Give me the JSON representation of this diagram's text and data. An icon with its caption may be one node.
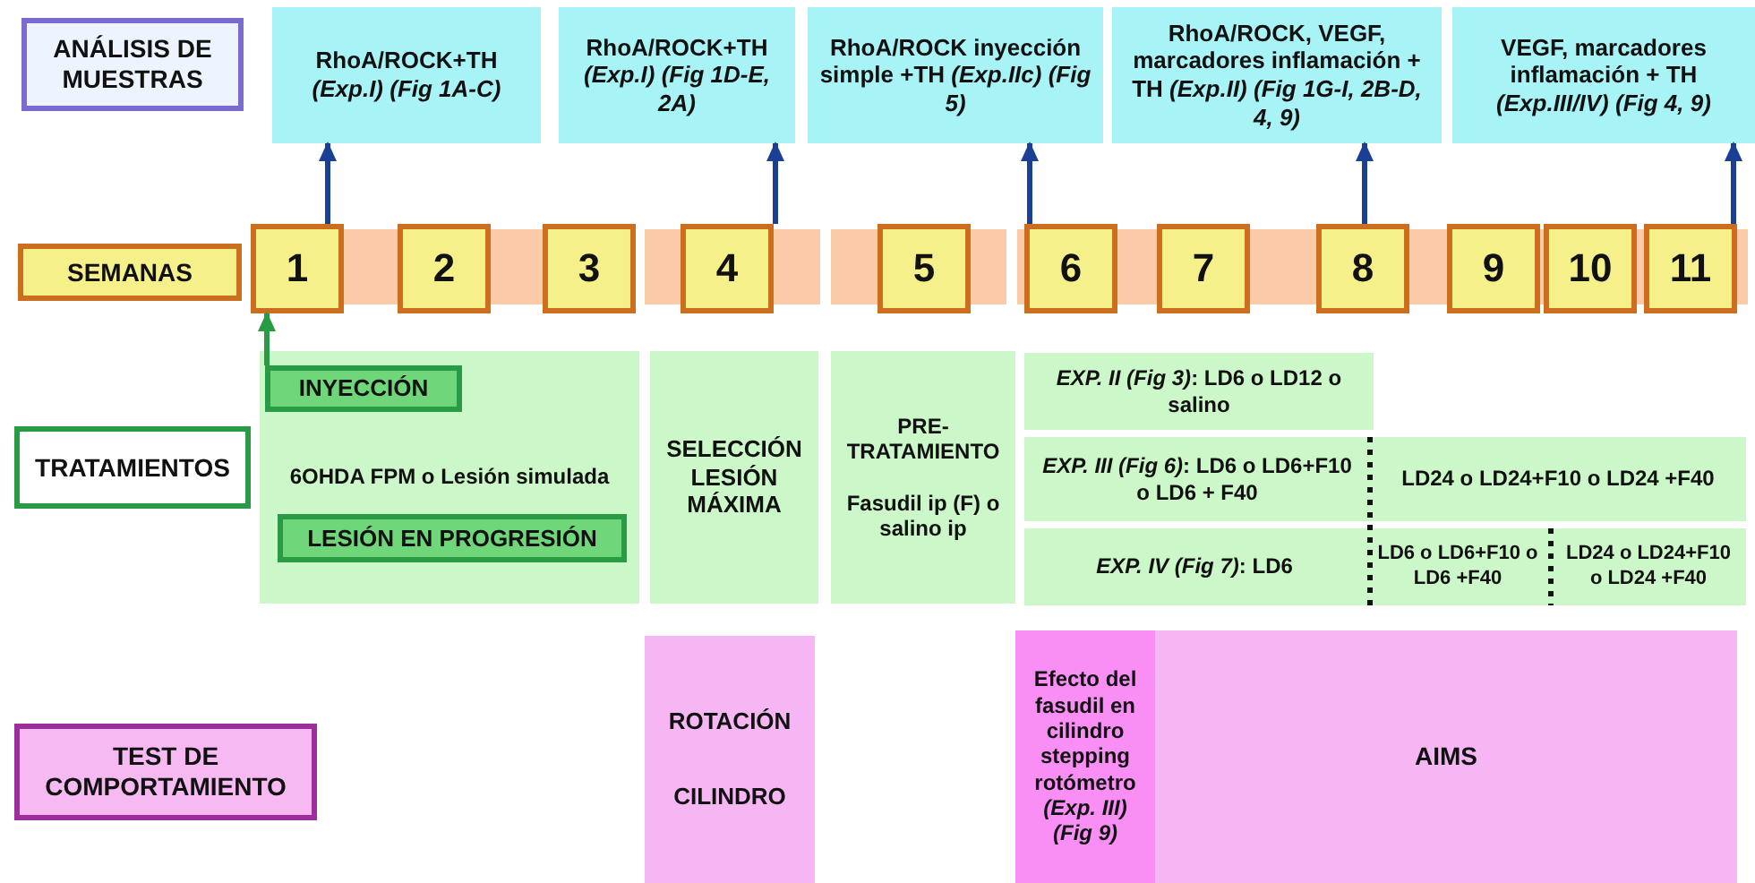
{
  "diagram": {
    "nodes": [
      {
        "text": [
          "ANÁLISIS DE MUESTRAS"
        ]
      },
      {
        "text": [
          "RhoA/ROCK+TH *(Exp.I) (Fig 1A-C)*"
        ]
      },
      {
        "text": [
          "RhoA/ROCK+TH *(Exp.I) (Fig 1D-E, 2A)*"
        ]
      },
      {
        "text": [
          "RhoA/ROCK inyección simple +TH *(Exp.IIc) (Fig 5)*"
        ]
      },
      {
        "text": [
          "RhoA/ROCK, VEGF, marcadores inflamación + TH *(Exp.II)* *(Fig 1G-I, 2B-D, 4, 9)*"
        ]
      },
      {
        "text": [
          "VEGF, marcadores inflamación + TH *(Exp.III/IV)* *(Fig 4, 9)*"
        ]
      },
      {
        "text": [
          "SEMANAS"
        ]
      },
      {
        "text": [
          "1"
        ]
      },
      {
        "text": [
          "2"
        ]
      },
      {
        "text": [
          "3"
        ]
      },
      {
        "text": [
          "4"
        ]
      },
      {
        "text": [
          "5"
        ]
      },
      {
        "text": [
          "6"
        ]
      },
      {
        "text": [
          "7"
        ]
      },
      {
        "text": [
          "8"
        ]
      },
      {
        "text": [
          "9"
        ]
      },
      {
        "text": [
          "10"
        ]
      },
      {
        "text": [
          "11"
        ]
      },
      {
        "text": [
          "TRATAMIENTOS"
        ]
      },
      {
        "text": [
          "6OHDA FPM o Lesión simulada"
        ]
      },
      {
        "text": [
          "INYECCIÓN"
        ],
        "in": 19
      },
      {
        "text": [
          "LESIÓN EN PROGRESIÓN"
        ],
        "in": 19
      },
      {
        "text": [
          "SELECCIÓN LESIÓN MÁXIMA"
        ]
      },
      {
        "text": [
          "PRE- TRATAMIENTO",
          "Fasudil ip (F) o salino ip"
        ]
      },
      {
        "text": [
          "*EXP. II (Fig 3)*: LD6 o LD12 o salino"
        ]
      },
      {
        "text": [
          "*EXP. III (Fig 6)*: LD6 o LD6+F10 o LD6 + F40"
        ]
      },
      {
        "text": [
          "LD24 o LD24+F10 o LD24 +F40"
        ]
      },
      {
        "text": [
          "*EXP. IV (Fig 7)*: LD6"
        ]
      },
      {
        "text": [
          "LD6 o LD6+F10 o LD6 +F40"
        ]
      },
      {
        "text": [
          "LD24 o LD24+F10 o LD24 +F40"
        ]
      },
      {
        "text": [
          "TEST DE COMPORTAMIENTO"
        ]
      },
      {
        "text": [
          "ROTACIÓN",
          "CILINDRO"
        ]
      },
      {
        "text": [
          "Efecto del fasudil en cilindro stepping rotómetro *(Exp. III) (Fig 9)*"
        ]
      },
      {
        "text": [
          "AIMS"
        ]
      }
    ],
    "edges": [
      {
        "from": 7,
        "to": 1,
        "arrow": "to"
      },
      {
        "from": 10,
        "to": 2,
        "arrow": "to"
      },
      {
        "from": 12,
        "to": 3,
        "arrow": "to"
      },
      {
        "from": 14,
        "to": 4,
        "arrow": "to"
      },
      {
        "from": 17,
        "to": 5,
        "arrow": "to"
      },
      {
        "from": 20,
        "to": 7,
        "arrow": "to",
        "color": "#2a9b45"
      }
    ]
  }
}
